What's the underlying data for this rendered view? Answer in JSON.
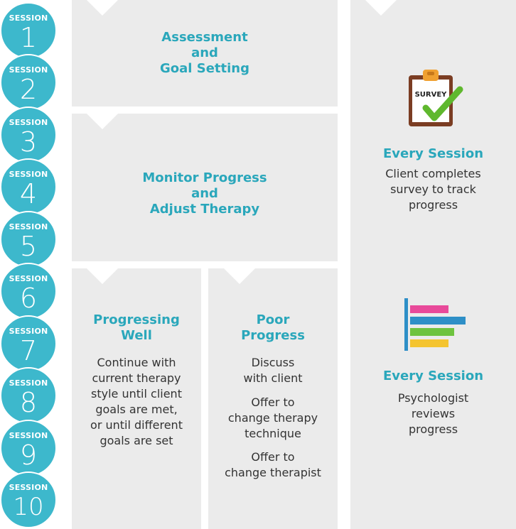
{
  "sessions": {
    "label": "SESSION",
    "numbers": [
      "1",
      "2",
      "3",
      "4",
      "5",
      "6",
      "7",
      "8",
      "9",
      "10"
    ]
  },
  "assessment": {
    "lines": [
      "Assessment",
      "and",
      "Goal Setting"
    ]
  },
  "monitor": {
    "lines": [
      "Monitor Progress",
      "and",
      "Adjust Therapy"
    ]
  },
  "progressing_well": {
    "title_lines": [
      "Progressing",
      "Well"
    ],
    "body_lines": [
      "Continue with",
      "current therapy",
      "style until client",
      "goals are met,",
      "or until different",
      "goals are set"
    ]
  },
  "poor_progress": {
    "title_lines": [
      "Poor",
      "Progress"
    ],
    "item1_lines": [
      "Discuss",
      "with client"
    ],
    "item2_lines": [
      "Offer to",
      "change therapy",
      "technique"
    ],
    "item3_lines": [
      "Offer to",
      "change therapist"
    ]
  },
  "survey": {
    "icon_text": "SURVEY",
    "title": "Every Session",
    "body_lines": [
      "Client completes",
      "survey to track",
      "progress"
    ]
  },
  "review": {
    "title": "Every Session",
    "body_lines": [
      "Psychologist",
      "reviews",
      "progress"
    ]
  },
  "colors": {
    "circle": "#3db8cc",
    "heading": "#2aa7bb",
    "panel": "#ebebeb",
    "text": "#333333"
  }
}
